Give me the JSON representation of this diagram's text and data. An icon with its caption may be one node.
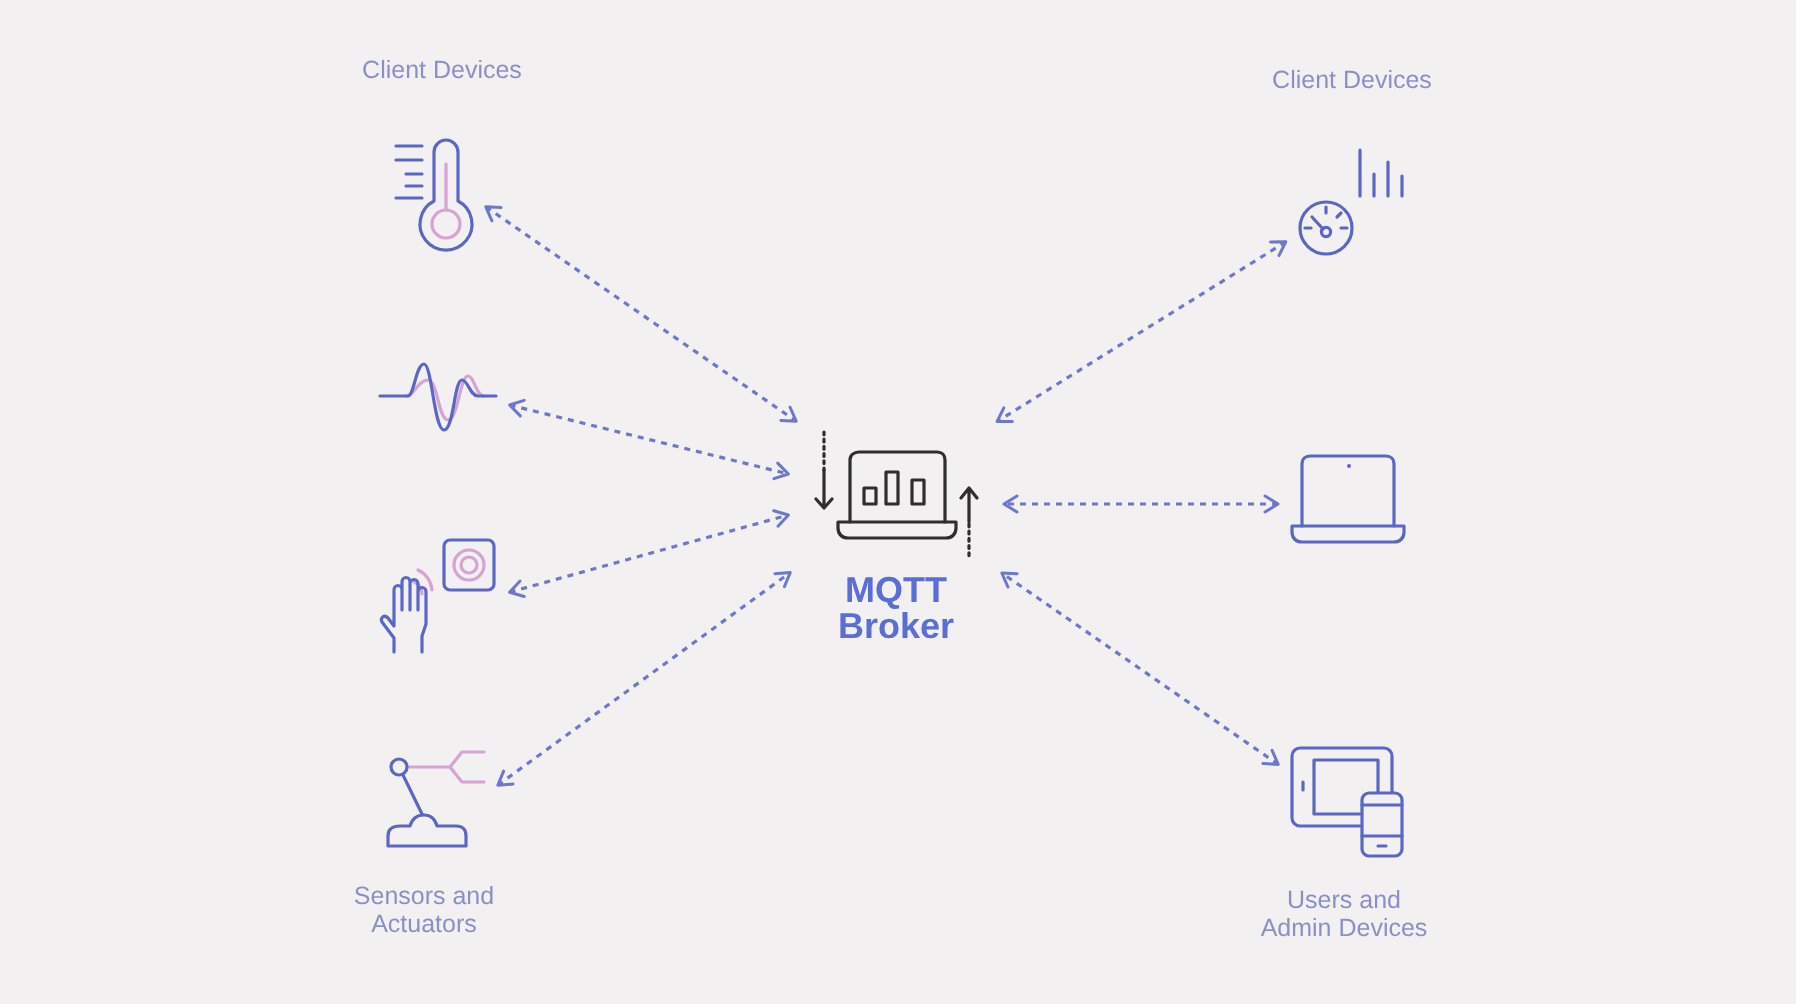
{
  "diagram": {
    "nodes": [
      {
        "text": [],
        "shape": "picture",
        "beside": [
          "Client Devices"
        ]
      },
      {
        "text": [],
        "shape": "picture"
      },
      {
        "text": [],
        "shape": "picture"
      },
      {
        "text": [],
        "shape": "picture",
        "beside": [
          "Sensors and Actuators"
        ]
      },
      {
        "text": [
          "MQTT Broker"
        ]
      },
      {
        "text": [],
        "shape": "picture",
        "beside": [
          "Client Devices"
        ]
      },
      {
        "text": [],
        "shape": "picture"
      },
      {
        "text": [],
        "shape": "picture",
        "beside": [
          "Users and Admin Devices"
        ]
      }
    ],
    "edges": [
      {
        "from": 0,
        "to": 4,
        "arrow": "both",
        "style": "dashed"
      },
      {
        "from": 1,
        "to": 4,
        "arrow": "both",
        "style": "dashed"
      },
      {
        "from": 2,
        "to": 4,
        "arrow": "both",
        "style": "dashed"
      },
      {
        "from": 3,
        "to": 4,
        "arrow": "both",
        "style": "dashed"
      },
      {
        "from": 5,
        "to": 4,
        "arrow": "both",
        "style": "dashed"
      },
      {
        "from": 6,
        "to": 4,
        "arrow": "both",
        "style": "dashed"
      },
      {
        "from": 7,
        "to": 4,
        "arrow": "both",
        "style": "dashed"
      }
    ]
  }
}
